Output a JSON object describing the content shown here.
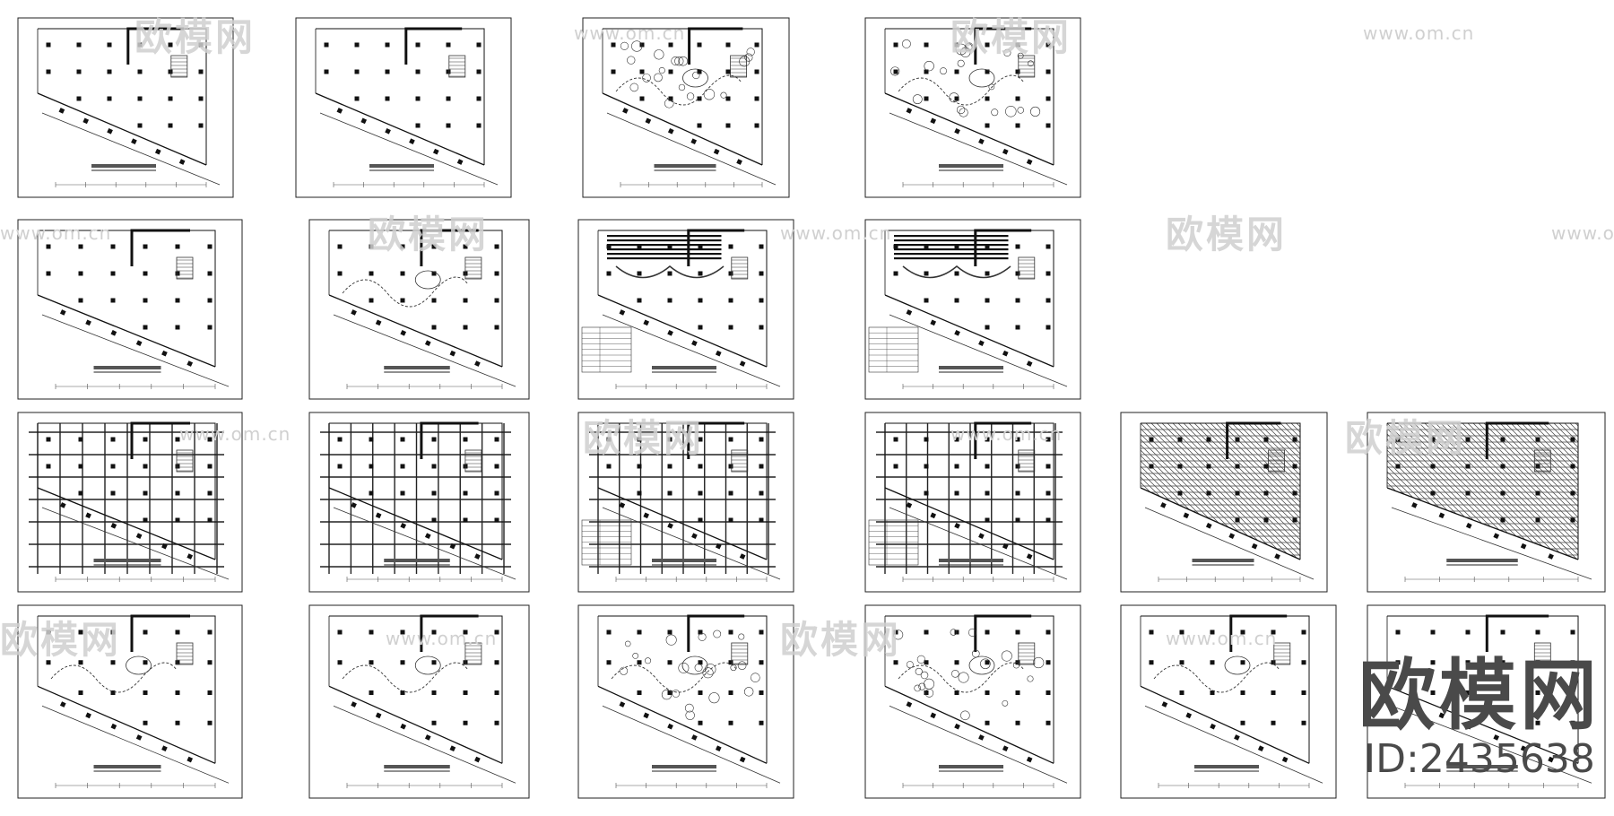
{
  "watermark": {
    "logo_text": "欧模网",
    "url_text": "www.om.cn"
  },
  "brand": {
    "name": "欧模网",
    "id_label": "ID:2435638"
  },
  "colors": {
    "ink": "#111111",
    "watermark": "#d0d0d0",
    "brand": "#4a4a4a"
  }
}
